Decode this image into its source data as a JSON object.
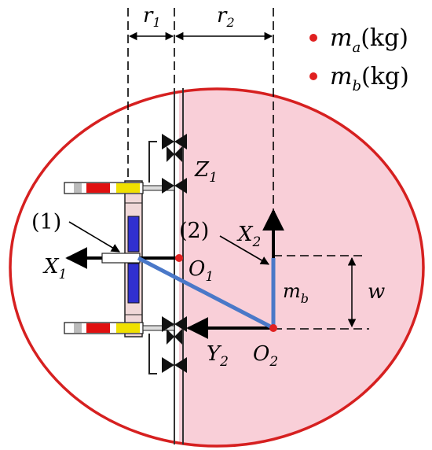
{
  "dimensions": {
    "r1": {
      "base": "r",
      "sub": "1"
    },
    "r2": {
      "base": "r",
      "sub": "2"
    }
  },
  "legend": [
    {
      "base": "m",
      "sub": "a",
      "unit": "(kg)",
      "color": "#e02020"
    },
    {
      "base": "m",
      "sub": "b",
      "unit": "(kg)",
      "color": "#e02020"
    }
  ],
  "labels": {
    "z1": {
      "base": "Z",
      "sub": "1"
    },
    "x2": {
      "base": "X",
      "sub": "2"
    },
    "x1": {
      "base": "X",
      "sub": "1"
    },
    "o1": {
      "base": "O",
      "sub": "1"
    },
    "o2": {
      "base": "O",
      "sub": "2"
    },
    "y2": {
      "base": "Y",
      "sub": "2"
    },
    "mb": {
      "base": "m",
      "sub": "b"
    },
    "w": "w",
    "callout_1": "(1)",
    "callout_2": "(2)"
  },
  "colors": {
    "circle_outline": "#d62020",
    "shaded_region": "#f9cfd8",
    "blue_bar": "#4a78c8",
    "red_point": "#e02020",
    "axis": "#000000"
  }
}
